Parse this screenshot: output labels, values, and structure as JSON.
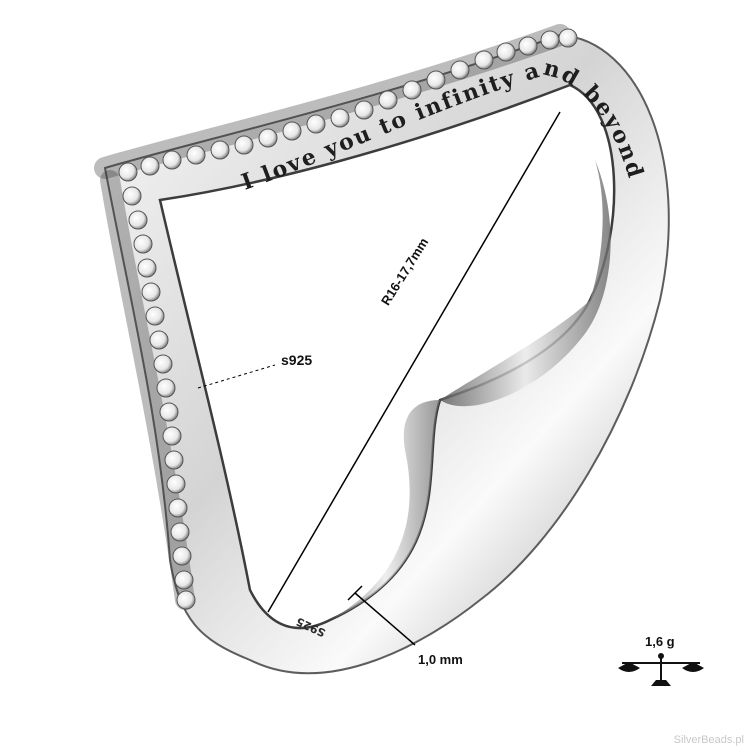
{
  "product": {
    "engraving": "I love you to infinity and beyond",
    "inner_stamp": "S925",
    "size_label": "R16-17,7mm",
    "metal_label": "s925",
    "band_width_label": "1,0 mm",
    "weight_label": "1,6 g",
    "weight_icon": "balance-scale-icon"
  },
  "watermark": "SilverBeads.pl",
  "colors": {
    "silver_light": "#f4f4f4",
    "silver_mid": "#c9c9c9",
    "silver_dark": "#4a4a4a",
    "stone": "#ffffff"
  }
}
